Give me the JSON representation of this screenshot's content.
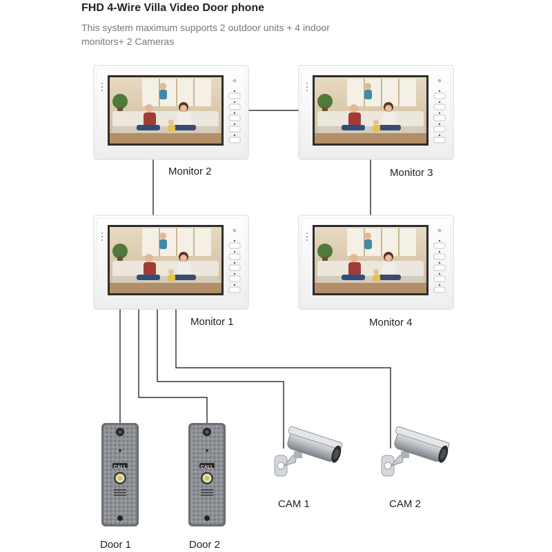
{
  "title": "FHD 4-Wire Villa Video Door phone",
  "subtitle": "This system maximum supports 2 outdoor units + 4 indoor monitors+ 2 Cameras",
  "monitors": [
    {
      "label": "Monitor 2"
    },
    {
      "label": "Monitor 3"
    },
    {
      "label": "Monitor 1"
    },
    {
      "label": "Monitor 4"
    }
  ],
  "doors": [
    {
      "label": "Door 1",
      "button_text": "CALL"
    },
    {
      "label": "Door 2",
      "button_text": "CALL"
    }
  ],
  "cameras": [
    {
      "label": "CAM 1"
    },
    {
      "label": "CAM 2"
    }
  ],
  "colors": {
    "wire": "#333333",
    "monitor_frame": "#ffffff",
    "door_panel": "#8c8f93",
    "camera_body": "#c9ccd0"
  }
}
